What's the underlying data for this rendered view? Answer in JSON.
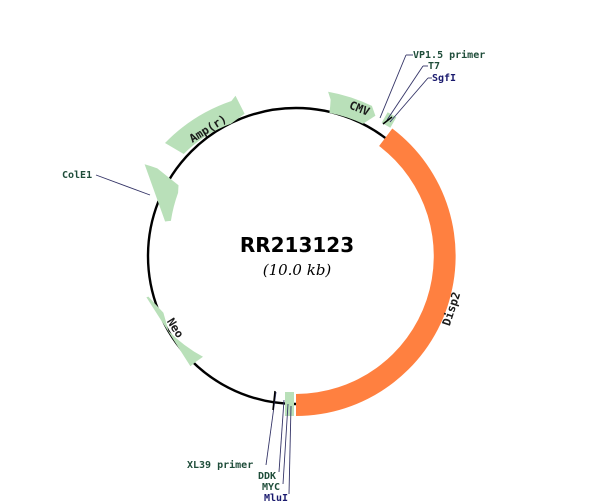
{
  "plasmid": {
    "name": "RR213123",
    "size": "(10.0 kb)"
  },
  "colors": {
    "backbone": "#000000",
    "feature_green": "#b9e0b9",
    "insert_orange": "#ff8040",
    "label_dark_green": "#1f4d3a",
    "label_navy": "#1a1a6e",
    "leader_line": "#333366"
  },
  "features": {
    "cmv": "CMV",
    "amp": "Amp(r)",
    "neo": "Neo",
    "disp2": "Disp2"
  },
  "labels": {
    "vp15": "VP1.5 primer",
    "t7": "T7",
    "sgfi": "SgfI",
    "cole1": "ColE1",
    "xl39": "XL39 primer",
    "ddk": "DDK",
    "myc": "MYC",
    "mlui": "MluI"
  }
}
